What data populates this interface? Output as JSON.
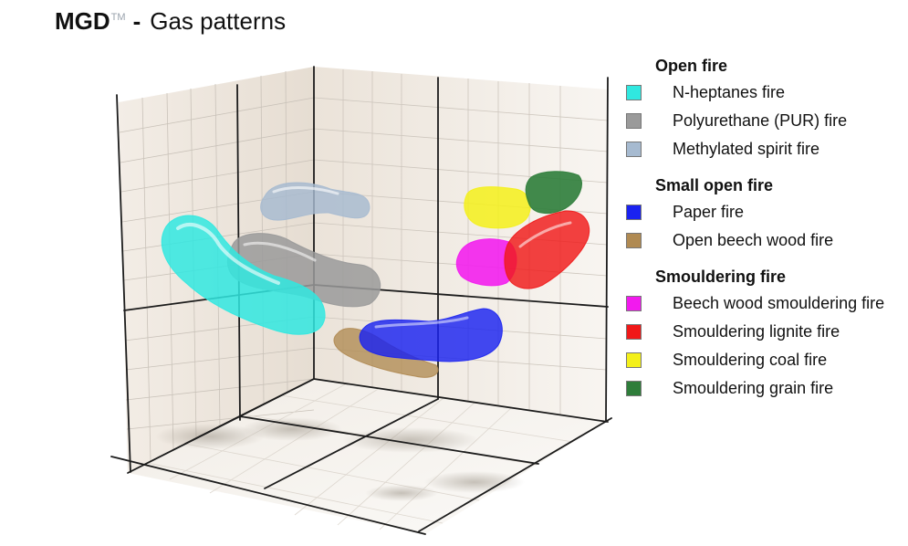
{
  "title": {
    "brand": "MGD",
    "trademark": "TM",
    "separator": "-",
    "text": "Gas patterns"
  },
  "legend": {
    "groups": [
      {
        "title": "Open fire",
        "items": [
          {
            "label": "N-heptanes fire",
            "color": "#30e8e0"
          },
          {
            "label": "Polyurethane (PUR) fire",
            "color": "#9a9a9a"
          },
          {
            "label": "Methylated spirit fire",
            "color": "#a6bad0"
          }
        ]
      },
      {
        "title": "Small open fire",
        "items": [
          {
            "label": "Paper fire",
            "color": "#1a22f0"
          },
          {
            "label": "Open beech wood fire",
            "color": "#b08a52"
          }
        ]
      },
      {
        "title": "Smouldering fire",
        "items": [
          {
            "label": "Beech wood smouldering fire",
            "color": "#f21aee"
          },
          {
            "label": "Smouldering lignite fire",
            "color": "#f01818"
          },
          {
            "label": "Smouldering coal fire",
            "color": "#f4f01a"
          },
          {
            "label": "Smouldering grain fire",
            "color": "#2e7d3a"
          }
        ]
      }
    ]
  }
}
